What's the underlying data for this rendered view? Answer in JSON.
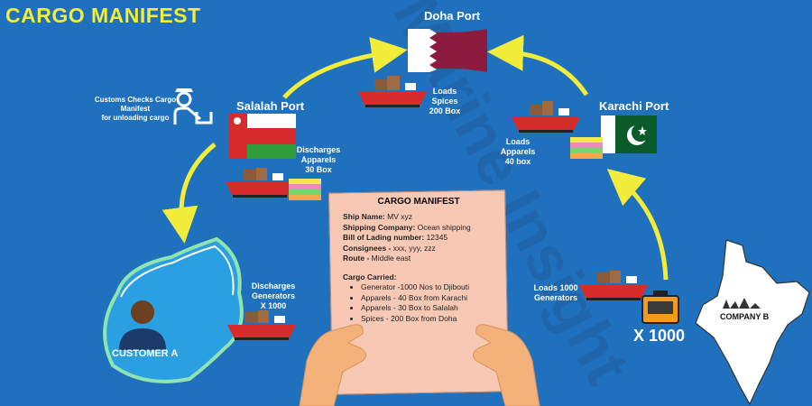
{
  "title": "CARGO MANIFEST",
  "watermark": "Marine Insight",
  "colors": {
    "background": "#2071bd",
    "title": "#f2ec3a",
    "arrow": "#f2ec3a",
    "paper": "#f7c9b5"
  },
  "ports": {
    "doha": {
      "name": "Doha Port",
      "note": [
        "Loads",
        "Spices",
        "200 Box"
      ]
    },
    "karachi": {
      "name": "Karachi Port",
      "note": [
        "Loads",
        "Apparels",
        "40 box"
      ]
    },
    "salalah": {
      "name": "Salalah Port",
      "note": [
        "Discharges",
        "Apparels",
        "30 Box"
      ]
    }
  },
  "customs": [
    "Customs Checks Cargo",
    "Manifest",
    "for unloading cargo"
  ],
  "customer": {
    "name": "CUSTOMER A",
    "note": [
      "Discharges",
      "Generators",
      "X 1000"
    ]
  },
  "company": {
    "name": "COMPANY B",
    "note": [
      "Loads 1000",
      "Generators"
    ],
    "count": "X 1000"
  },
  "manifest": {
    "title": "CARGO MANIFEST",
    "fields": [
      {
        "label": "Ship Name:",
        "value": " MV xyz"
      },
      {
        "label": "Shipping Company:",
        "value": " Ocean shipping"
      },
      {
        "label": "Bill of Lading number:",
        "value": " 12345"
      },
      {
        "label": "Consignees - ",
        "value": "xxx, yyy, zzz"
      },
      {
        "label": "Route - ",
        "value": "Middle east"
      }
    ],
    "cargo_heading": "Cargo Carried:",
    "cargo": [
      "Generator -1000 Nos to Djibouti",
      "Apparels - 40 Box from Karachi",
      "Apparels - 30 Box to Salalah",
      "Spices - 200 Box from Doha"
    ]
  }
}
